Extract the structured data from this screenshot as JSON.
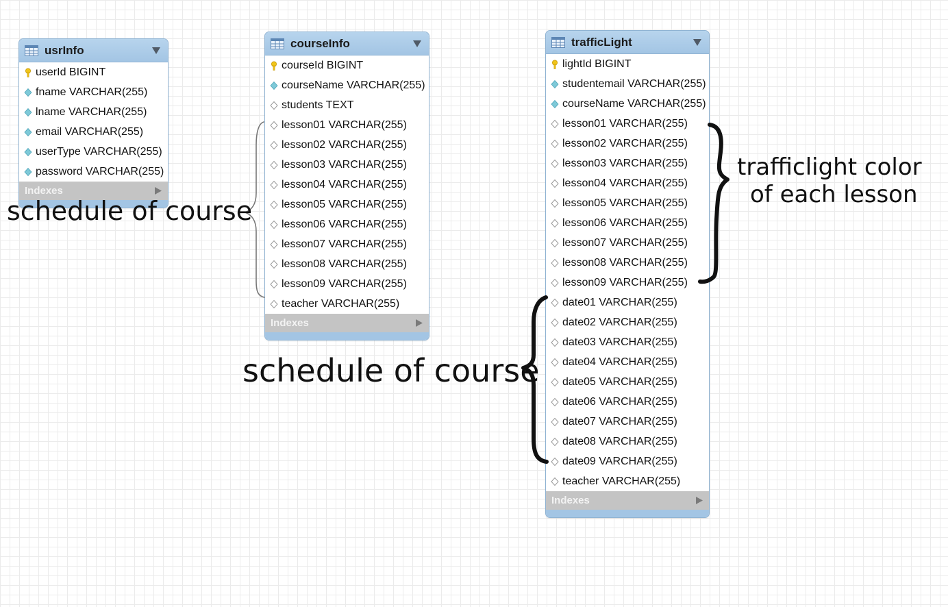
{
  "tables": [
    {
      "name": "usrInfo",
      "indexes_label": "Indexes",
      "columns": [
        {
          "text": "userId BIGINT",
          "kind": "primary-key"
        },
        {
          "text": "fname VARCHAR(255)",
          "kind": "not-null"
        },
        {
          "text": "lname VARCHAR(255)",
          "kind": "not-null"
        },
        {
          "text": "email VARCHAR(255)",
          "kind": "not-null"
        },
        {
          "text": "userType VARCHAR(255)",
          "kind": "not-null"
        },
        {
          "text": "password VARCHAR(255)",
          "kind": "not-null"
        }
      ]
    },
    {
      "name": "courseInfo",
      "indexes_label": "Indexes",
      "columns": [
        {
          "text": "courseId BIGINT",
          "kind": "primary-key"
        },
        {
          "text": "courseName VARCHAR(255)",
          "kind": "not-null"
        },
        {
          "text": "students TEXT",
          "kind": "nullable"
        },
        {
          "text": "lesson01 VARCHAR(255)",
          "kind": "nullable"
        },
        {
          "text": "lesson02 VARCHAR(255)",
          "kind": "nullable"
        },
        {
          "text": "lesson03 VARCHAR(255)",
          "kind": "nullable"
        },
        {
          "text": "lesson04 VARCHAR(255)",
          "kind": "nullable"
        },
        {
          "text": "lesson05 VARCHAR(255)",
          "kind": "nullable"
        },
        {
          "text": "lesson06 VARCHAR(255)",
          "kind": "nullable"
        },
        {
          "text": "lesson07 VARCHAR(255)",
          "kind": "nullable"
        },
        {
          "text": "lesson08 VARCHAR(255)",
          "kind": "nullable"
        },
        {
          "text": "lesson09 VARCHAR(255)",
          "kind": "nullable"
        },
        {
          "text": "teacher VARCHAR(255)",
          "kind": "nullable"
        }
      ]
    },
    {
      "name": "trafficLight",
      "indexes_label": "Indexes",
      "columns": [
        {
          "text": "lightId BIGINT",
          "kind": "primary-key"
        },
        {
          "text": "studentemail VARCHAR(255)",
          "kind": "not-null"
        },
        {
          "text": "courseName VARCHAR(255)",
          "kind": "not-null"
        },
        {
          "text": "lesson01 VARCHAR(255)",
          "kind": "nullable"
        },
        {
          "text": "lesson02 VARCHAR(255)",
          "kind": "nullable"
        },
        {
          "text": "lesson03 VARCHAR(255)",
          "kind": "nullable"
        },
        {
          "text": "lesson04 VARCHAR(255)",
          "kind": "nullable"
        },
        {
          "text": "lesson05 VARCHAR(255)",
          "kind": "nullable"
        },
        {
          "text": "lesson06 VARCHAR(255)",
          "kind": "nullable"
        },
        {
          "text": "lesson07 VARCHAR(255)",
          "kind": "nullable"
        },
        {
          "text": "lesson08 VARCHAR(255)",
          "kind": "nullable"
        },
        {
          "text": "lesson09 VARCHAR(255)",
          "kind": "nullable"
        },
        {
          "text": "date01 VARCHAR(255)",
          "kind": "nullable"
        },
        {
          "text": "date02 VARCHAR(255)",
          "kind": "nullable"
        },
        {
          "text": "date03 VARCHAR(255)",
          "kind": "nullable"
        },
        {
          "text": "date04 VARCHAR(255)",
          "kind": "nullable"
        },
        {
          "text": "date05 VARCHAR(255)",
          "kind": "nullable"
        },
        {
          "text": "date06 VARCHAR(255)",
          "kind": "nullable"
        },
        {
          "text": "date07 VARCHAR(255)",
          "kind": "nullable"
        },
        {
          "text": "date08 VARCHAR(255)",
          "kind": "nullable"
        },
        {
          "text": "date09 VARCHAR(255)",
          "kind": "nullable"
        },
        {
          "text": "teacher VARCHAR(255)",
          "kind": "nullable"
        }
      ]
    }
  ],
  "annotations": {
    "schedule_left": "schedule of course",
    "schedule_middle": "schedule of course",
    "trafficlight_line1": "trafficlight color",
    "trafficlight_line2": "of each lesson"
  },
  "icons": {
    "table": "table-icon",
    "collapse": "triangle-down-icon",
    "primary_key": "key-icon",
    "not_null": "filled-diamond-icon",
    "nullable": "hollow-diamond-icon",
    "indexes_expand": "triangle-right-icon"
  },
  "colors": {
    "header": "#a3c5e4",
    "border": "#8fb3d3",
    "indexes_bar": "#c4c4c4",
    "key": "#f0c419",
    "filled_diamond": "#7ec9d8",
    "hollow_diamond": "#9a9a9a",
    "grid": "#ebebeb"
  }
}
